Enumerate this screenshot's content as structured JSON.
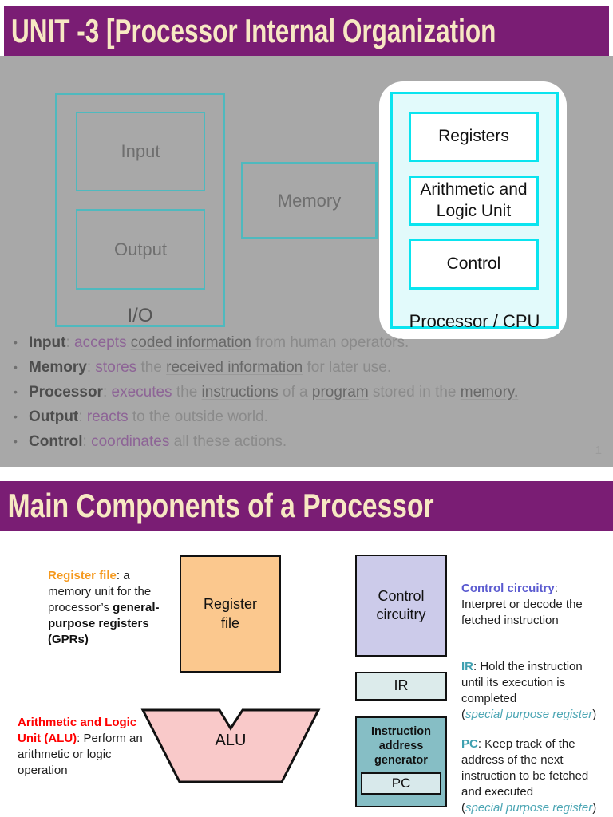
{
  "palette": {
    "title_bar": "#7A1D74",
    "title_text": "#F7E8C3",
    "slide1_bg": "#A8A8A8",
    "teal_border": "#4FB9BE",
    "cyan_border": "#0AE4EF",
    "cpu_fill": "#E2FAFB",
    "orange": "#F5991E",
    "regfile_fill": "#FBC88E",
    "red": "#FF0000",
    "alu_fill": "#F9C9C9",
    "lavender_fill": "#CCCBEA",
    "blue": "#5B5BD0",
    "ir_fill": "#DCEBEB",
    "iag_fill": "#86BEC5",
    "pc_fill": "#D8E9EB",
    "teal_text": "#3FA0B0"
  },
  "slide1": {
    "title": "UNIT -3 [Processor Internal Organization",
    "bullet_marker": "•",
    "page_number": "1",
    "diagram": {
      "input_label": "Input",
      "output_label": "Output",
      "io_label": "I/O",
      "memory_label": "Memory",
      "registers_label": "Registers",
      "alu_label": "Arithmetic and Logic Unit",
      "control_label": "Control",
      "cpu_label": "Processor / CPU"
    },
    "bullets": [
      {
        "segments": [
          {
            "t": "Input",
            "s": "term"
          },
          {
            "t": ": ",
            "s": "plain"
          },
          {
            "t": "accepts ",
            "s": "accent"
          },
          {
            "t": "coded information",
            "s": "under"
          },
          {
            "t": " from human operators.",
            "s": "plain"
          }
        ]
      },
      {
        "segments": [
          {
            "t": "Memory",
            "s": "term"
          },
          {
            "t": ": ",
            "s": "plain"
          },
          {
            "t": "stores ",
            "s": "accent"
          },
          {
            "t": "the ",
            "s": "plain"
          },
          {
            "t": "received information",
            "s": "under"
          },
          {
            "t": " for later use.",
            "s": "plain"
          }
        ]
      },
      {
        "segments": [
          {
            "t": "Processor",
            "s": "term"
          },
          {
            "t": ": ",
            "s": "plain"
          },
          {
            "t": "executes ",
            "s": "accent"
          },
          {
            "t": "the ",
            "s": "plain"
          },
          {
            "t": "instructions",
            "s": "under"
          },
          {
            "t": " of a ",
            "s": "plain"
          },
          {
            "t": "program",
            "s": "under"
          },
          {
            "t": " stored in the ",
            "s": "plain"
          },
          {
            "t": "memory.",
            "s": "under"
          }
        ]
      },
      {
        "segments": [
          {
            "t": "Output",
            "s": "term"
          },
          {
            "t": ": ",
            "s": "plain"
          },
          {
            "t": "reacts ",
            "s": "accent"
          },
          {
            "t": "to the outside world.",
            "s": "plain"
          }
        ]
      },
      {
        "segments": [
          {
            "t": "Control",
            "s": "term"
          },
          {
            "t": ": ",
            "s": "plain"
          },
          {
            "t": "coordinates ",
            "s": "accent"
          },
          {
            "t": "all these actions.",
            "s": "plain"
          }
        ]
      }
    ]
  },
  "slide2": {
    "title": "Main Components of a Processor",
    "register_file": {
      "box_label": "Register file",
      "desc": [
        {
          "t": "Register file",
          "s": "orange"
        },
        {
          "t": ": a memory unit for the processor’s ",
          "s": "dark"
        },
        {
          "t": "general-purpose registers (GPRs)",
          "s": "darkbold"
        }
      ]
    },
    "alu": {
      "box_label": "ALU",
      "desc": [
        {
          "t": "Arithmetic and Logic Unit (ALU)",
          "s": "red"
        },
        {
          "t": ": Perform an arithmetic or logic operation",
          "s": "dark"
        }
      ]
    },
    "control_circuitry": {
      "box_label": "Control circuitry",
      "desc": [
        {
          "t": "Control circuitry",
          "s": "blue"
        },
        {
          "t": ": Interpret or decode the fetched instruction",
          "s": "dark"
        }
      ]
    },
    "ir": {
      "box_label": "IR",
      "desc": [
        {
          "t": "IR",
          "s": "teal"
        },
        {
          "t": ": Hold the instruction until its execution is completed",
          "s": "dark"
        },
        {
          "br": true
        },
        {
          "t": "(",
          "s": "dark"
        },
        {
          "t": "special purpose register",
          "s": "tealitalic"
        },
        {
          "t": ")",
          "s": "dark"
        }
      ]
    },
    "iag": {
      "box_label": "Instruction address generator",
      "pc_label": "PC"
    },
    "pc_desc": [
      {
        "t": "PC",
        "s": "teal"
      },
      {
        "t": ": Keep track of the address of the next instruction to be fetched and executed",
        "s": "dark"
      },
      {
        "br": true
      },
      {
        "t": "(",
        "s": "dark"
      },
      {
        "t": "special purpose register",
        "s": "tealitalic"
      },
      {
        "t": ")",
        "s": "dark"
      }
    ]
  }
}
